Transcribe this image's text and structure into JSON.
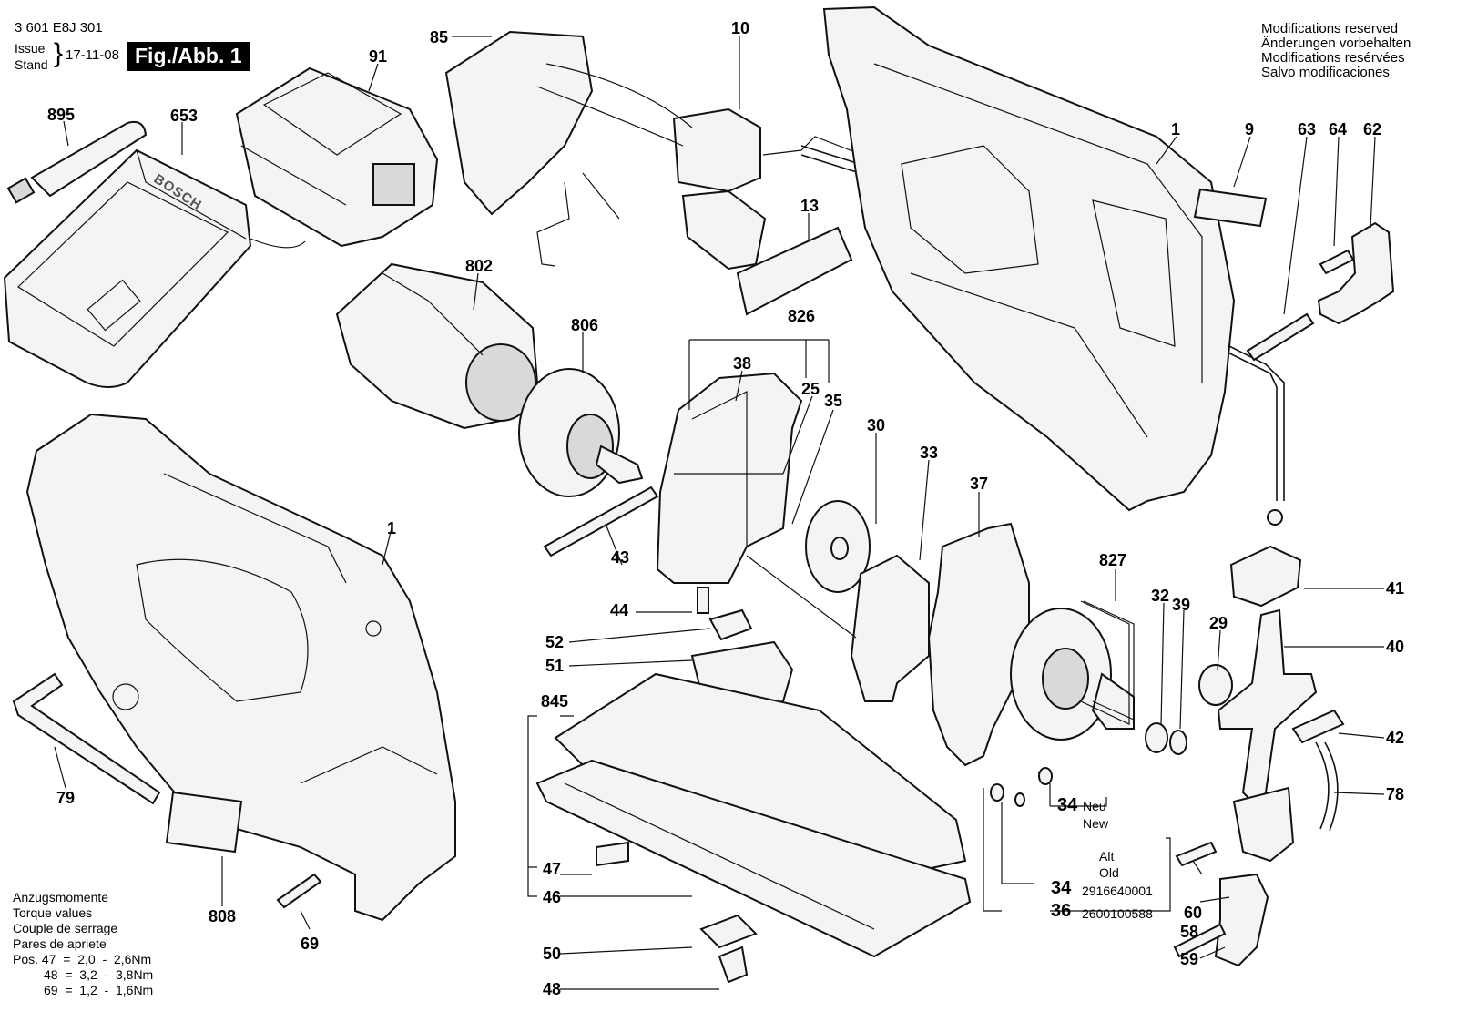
{
  "header": {
    "doc_number": "3 601 E8J 301",
    "issue_label": "Issue",
    "stand_label": "Stand",
    "issue_date": "17-11-08",
    "figure_label": "Fig./Abb. 1"
  },
  "modifications": [
    "Modifications reserved",
    "Änderungen vorbehalten",
    "Modifications resérvées",
    "Salvo modificaciones"
  ],
  "charger_brand": "BOSCH",
  "part_labels": {
    "p85": "85",
    "p10": "10",
    "p91": "91",
    "p895": "895",
    "p653": "653",
    "p802": "802",
    "p806": "806",
    "p13": "13",
    "p826": "826",
    "p38": "38",
    "p25": "25",
    "p35": "35",
    "p30": "30",
    "p33": "33",
    "p37": "37",
    "p827": "827",
    "p32": "32",
    "p39": "39",
    "p29": "29",
    "p41": "41",
    "p40": "40",
    "p42": "42",
    "p78": "78",
    "p1_top": "1",
    "p9": "9",
    "p63": "63",
    "p64": "64",
    "p62": "62",
    "p43": "43",
    "p44": "44",
    "p52": "52",
    "p51": "51",
    "p845": "845",
    "p47": "47",
    "p46": "46",
    "p50": "50",
    "p48": "48",
    "p1_left": "1",
    "p79": "79",
    "p808": "808",
    "p69": "69",
    "p60": "60",
    "p58": "58",
    "p59": "59"
  },
  "part34_new": {
    "number": "34",
    "line1": "Neu",
    "line2": "New"
  },
  "part34_36_old": {
    "alt": "Alt",
    "old": "Old",
    "rows": [
      {
        "number": "34",
        "code": "2916640001"
      },
      {
        "number": "36",
        "code": "2600100588"
      }
    ]
  },
  "torque": {
    "title_lines": [
      "Anzugsmomente",
      "Torque values",
      "Couple de serrage",
      "Pares de apriete"
    ],
    "rows": [
      "Pos. 47  =  2,0  -  2,6Nm",
      "48  =  3,2  -  3,8Nm",
      "69  =  1,2  -  1,6Nm"
    ]
  }
}
